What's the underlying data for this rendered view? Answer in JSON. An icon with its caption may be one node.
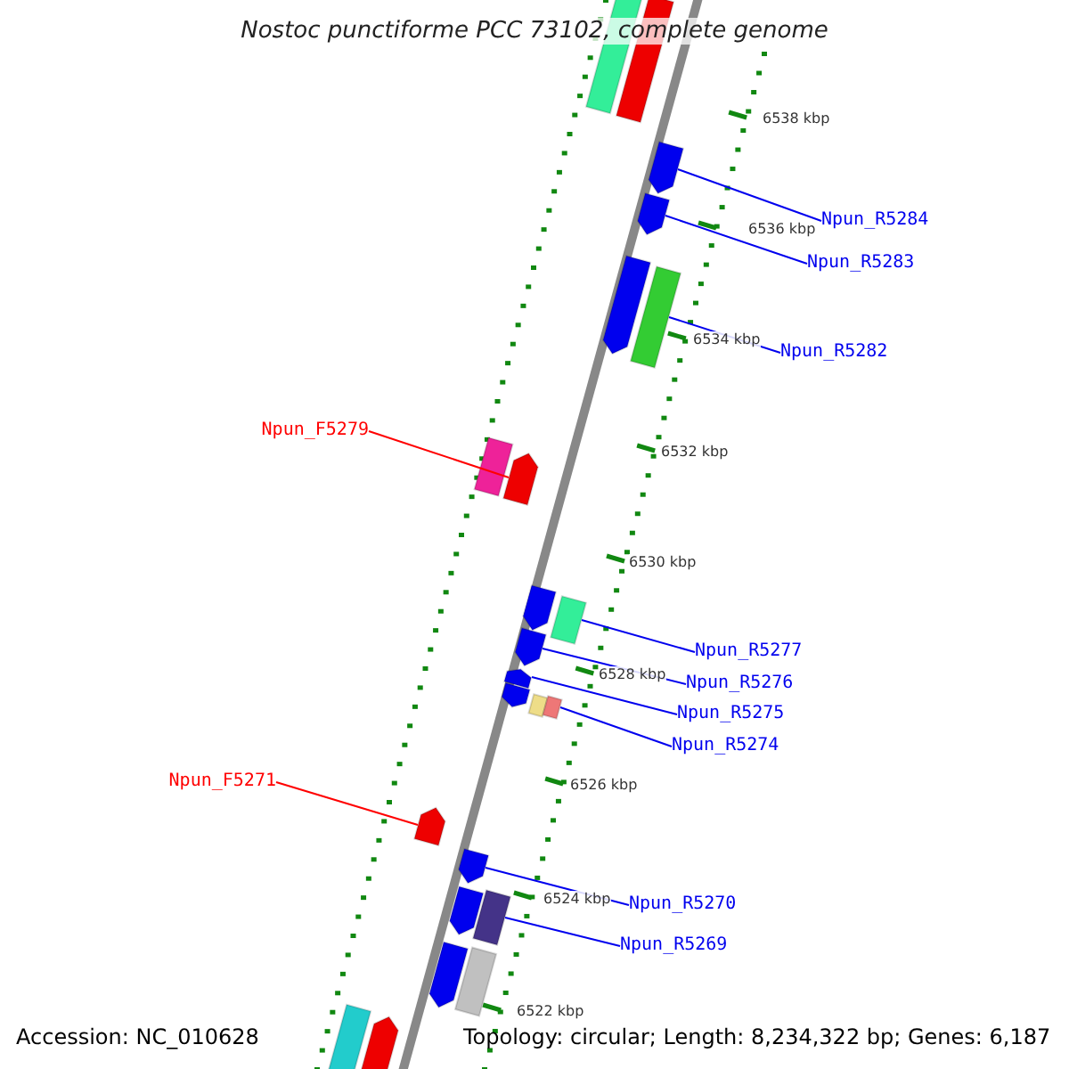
{
  "diagram": {
    "title": "Nostoc punctiforme PCC 73102, complete genome",
    "nodes": [
      {
        "text": [],
        "shape": "box"
      },
      {
        "text": [],
        "shape": "box"
      },
      {
        "text": [],
        "shape": "arrow"
      },
      {
        "text": [],
        "shape": "arrow"
      },
      {
        "text": [
          "Npun_R5284"
        ]
      },
      {
        "text": [
          "Npun_R5283"
        ]
      },
      {
        "text": [],
        "shape": "arrow"
      },
      {
        "text": [],
        "shape": "box"
      },
      {
        "text": [
          "Npun_R5282"
        ]
      },
      {
        "text": [
          "Npun_F5279"
        ]
      },
      {
        "text": [],
        "shape": "box"
      },
      {
        "text": [],
        "shape": "arrow"
      },
      {
        "text": [],
        "shape": "arrow"
      },
      {
        "text": [],
        "shape": "box"
      },
      {
        "text": [],
        "shape": "arrow"
      },
      {
        "text": [
          "Npun_R5277"
        ]
      },
      {
        "text": [],
        "shape": "arrow"
      },
      {
        "text": [
          "Npun_R5276"
        ]
      },
      {
        "text": [],
        "shape": "arrow"
      },
      {
        "text": [],
        "shape": "box"
      },
      {
        "text": [],
        "shape": "box"
      },
      {
        "text": [
          "Npun_R5275"
        ]
      },
      {
        "text": [
          "Npun_R5274"
        ]
      },
      {
        "text": [
          "Npun_F5271"
        ]
      },
      {
        "text": [],
        "shape": "arrow"
      },
      {
        "text": [],
        "shape": "arrow"
      },
      {
        "text": [
          "Npun_R5270"
        ]
      },
      {
        "text": [],
        "shape": "arrow"
      },
      {
        "text": [],
        "shape": "box"
      },
      {
        "text": [
          "Npun_R5269"
        ]
      },
      {
        "text": [],
        "shape": "arrow"
      },
      {
        "text": [],
        "shape": "box"
      },
      {
        "text": [],
        "shape": "box"
      },
      {
        "text": [],
        "shape": "arrow"
      }
    ],
    "edges": [
      {
        "from": 4,
        "to": 2,
        "arrow": "none"
      },
      {
        "from": 5,
        "to": 3,
        "arrow": "none"
      },
      {
        "from": 8,
        "to": 7,
        "arrow": "none"
      },
      {
        "from": 9,
        "to": 11,
        "arrow": "none",
        "color": "#ff0000"
      },
      {
        "from": 15,
        "to": 13,
        "arrow": "none"
      },
      {
        "from": 17,
        "to": 14,
        "arrow": "none"
      },
      {
        "from": 21,
        "to": 16,
        "arrow": "none"
      },
      {
        "from": 22,
        "to": 20,
        "arrow": "none"
      },
      {
        "from": 23,
        "to": 24,
        "arrow": "none",
        "color": "#ff0000"
      },
      {
        "from": 26,
        "to": 25,
        "arrow": "none"
      },
      {
        "from": 29,
        "to": 28,
        "arrow": "none"
      }
    ],
    "labels": [
      "6538 kbp",
      "6536 kbp",
      "6534 kbp",
      "6532 kbp",
      "6530 kbp",
      "6528 kbp",
      "6526 kbp",
      "6524 kbp",
      "6522 kbp",
      "Accession: NC_010628",
      "Topology: circular; Length: 8,234,322 bp; Genes: 6,187"
    ]
  }
}
